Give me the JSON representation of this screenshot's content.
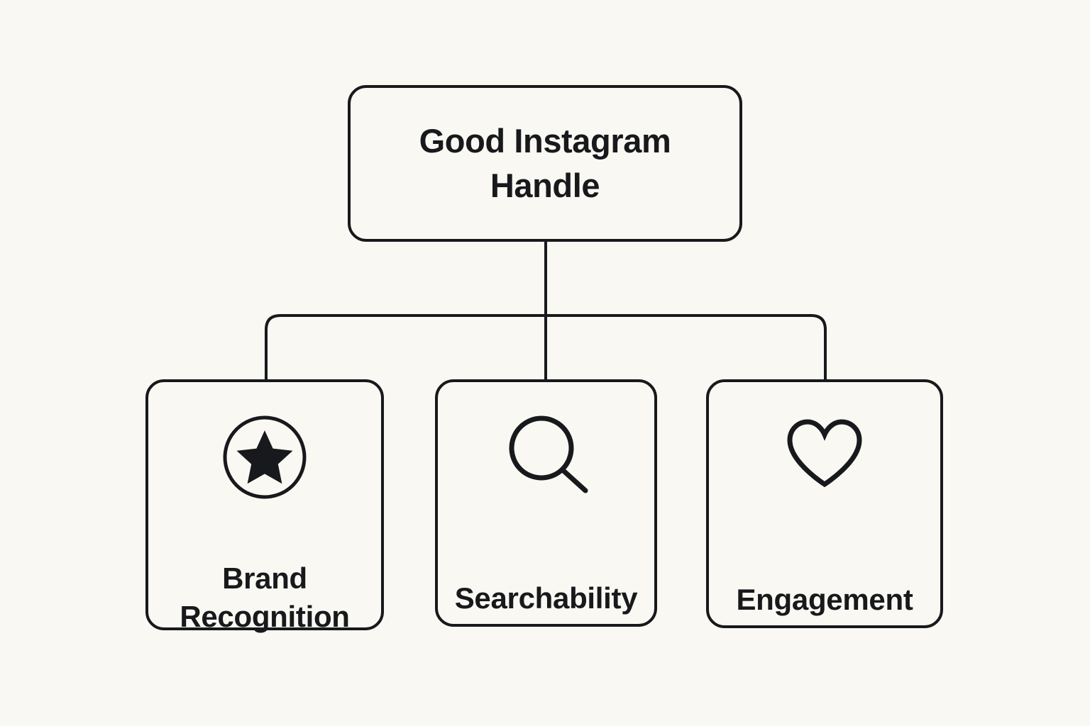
{
  "diagram": {
    "title": "Good Instagram Handle",
    "type": "hierarchy-tree",
    "background_color": "#faf8f2",
    "stroke_color": "#17191c",
    "root": {
      "label": "Good Instagram\nHandle"
    },
    "children": [
      {
        "label": "Brand\nRecognition",
        "icon": "star-in-circle-icon"
      },
      {
        "label": "Searchability",
        "icon": "magnifying-glass-icon"
      },
      {
        "label": "Engagement",
        "icon": "heart-icon"
      }
    ]
  }
}
